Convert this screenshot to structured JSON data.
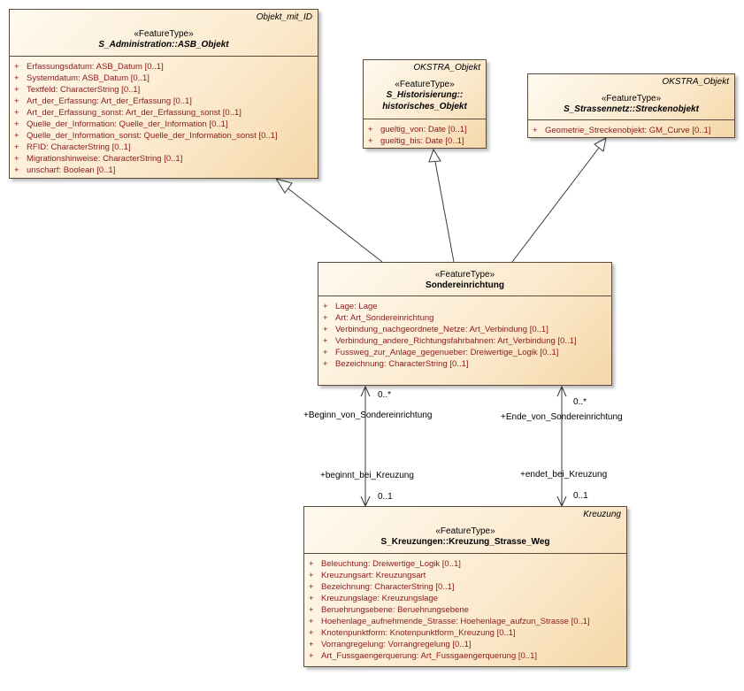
{
  "classes": {
    "admin": {
      "tag": "Objekt_mit_ID",
      "stereotype": "«FeatureType»",
      "name": "S_Administration::ASB_Objekt",
      "attributes": [
        {
          "sign": "+",
          "text": "Erfassungsdatum: ASB_Datum [0..1]"
        },
        {
          "sign": "+",
          "text": "Systemdatum: ASB_Datum [0..1]"
        },
        {
          "sign": "+",
          "text": "Textfeld: CharacterString [0..1]"
        },
        {
          "sign": "+",
          "text": "Art_der_Erfassung: Art_der_Erfassung [0..1]"
        },
        {
          "sign": "+",
          "text": "Art_der_Erfassung_sonst: Art_der_Erfassung_sonst [0..1]"
        },
        {
          "sign": "+",
          "text": "Quelle_der_Information: Quelle_der_Information [0..1]"
        },
        {
          "sign": "+",
          "text": "Quelle_der_Information_sonst: Quelle_der_Information_sonst [0..1]"
        },
        {
          "sign": "+",
          "text": "RFID: CharacterString [0..1]"
        },
        {
          "sign": "+",
          "text": "Migrationshinweise: CharacterString [0..1]"
        },
        {
          "sign": "+",
          "text": "unscharf: Boolean [0..1]"
        }
      ]
    },
    "hist": {
      "tag": "OKSTRA_Objekt",
      "stereotype": "«FeatureType»",
      "name_line1": "S_Historisierung::",
      "name_line2": "historisches_Objekt",
      "attributes": [
        {
          "sign": "+",
          "text": "gueltig_von: Date [0..1]"
        },
        {
          "sign": "+",
          "text": "gueltig_bis: Date [0..1]"
        }
      ]
    },
    "strecke": {
      "tag": "OKSTRA_Objekt",
      "stereotype": "«FeatureType»",
      "name": "S_Strassennetz::Streckenobjekt",
      "attributes": [
        {
          "sign": "+",
          "text": "Geometrie_Streckenobjekt: GM_Curve [0..1]"
        }
      ]
    },
    "sonder": {
      "stereotype": "«FeatureType»",
      "name": "Sondereinrichtung",
      "attributes": [
        {
          "sign": "+",
          "text": "Lage: Lage"
        },
        {
          "sign": "+",
          "text": "Art: Art_Sondereinrichtung"
        },
        {
          "sign": "+",
          "text": "Verbindung_nachgeordnete_Netze: Art_Verbindung [0..1]"
        },
        {
          "sign": "+",
          "text": "Verbindung_andere_Richtungsfahrbahnen: Art_Verbindung [0..1]"
        },
        {
          "sign": "+",
          "text": "Fussweg_zur_Anlage_gegenueber: Dreiwertige_Logik [0..1]"
        },
        {
          "sign": "+",
          "text": "Bezeichnung: CharacterString [0..1]"
        }
      ]
    },
    "kreuzung": {
      "tag": "Kreuzung",
      "stereotype": "«FeatureType»",
      "name": "S_Kreuzungen::Kreuzung_Strasse_Weg",
      "attributes": [
        {
          "sign": "+",
          "text": "Beleuchtung: Dreiwertige_Logik [0..1]"
        },
        {
          "sign": "+",
          "text": "Kreuzungsart: Kreuzungsart"
        },
        {
          "sign": "+",
          "text": "Bezeichnung: CharacterString [0..1]"
        },
        {
          "sign": "+",
          "text": "Kreuzungslage: Kreuzungslage"
        },
        {
          "sign": "+",
          "text": "Beruehrungsebene: Beruehrungsebene"
        },
        {
          "sign": "+",
          "text": "Hoehenlage_aufnehmende_Strasse: Hoehenlage_aufzun_Strasse [0..1]"
        },
        {
          "sign": "+",
          "text": "Knotenpunktform: Knotenpunktform_Kreuzung [0..1]"
        },
        {
          "sign": "+",
          "text": "Vorrangregelung: Vorrangregelung [0..1]"
        },
        {
          "sign": "+",
          "text": "Art_Fussgaengerquerung: Art_Fussgaengerquerung [0..1]"
        }
      ]
    }
  },
  "associations": {
    "left": {
      "mult_top": "0..*",
      "role_top": "+Beginn_von_Sondereinrichtung",
      "role_bottom": "+beginnt_bei_Kreuzung",
      "mult_bottom": "0..1"
    },
    "right": {
      "mult_top": "0..*",
      "role_top": "+Ende_von_Sondereinrichtung",
      "role_bottom": "+endet_bei_Kreuzung",
      "mult_bottom": "0..1"
    }
  }
}
